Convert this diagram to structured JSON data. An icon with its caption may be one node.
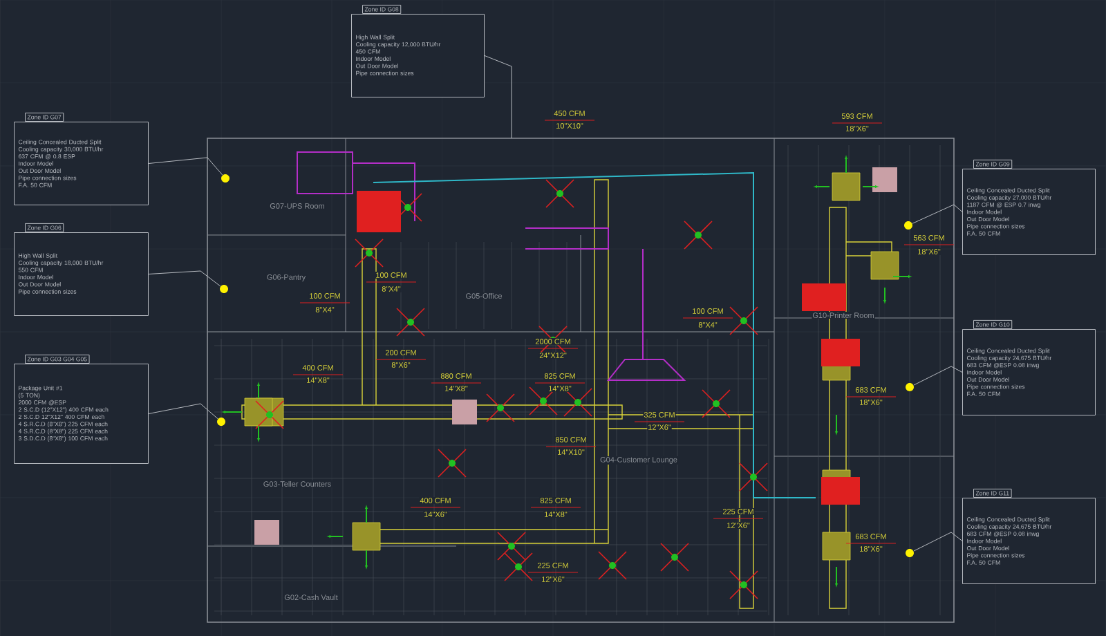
{
  "diagram": {
    "nodes": [
      {
        "text": [
          "Zone ID G07",
          "Ceiling Concealed Ducted Split",
          "Cooling capacity 30,000 BTU/hr",
          "637 CFM @ 0.8 ESP",
          "Indoor Model",
          "Out Door Model",
          "Pipe connection sizes",
          "F.A. 50 CFM"
        ]
      },
      {
        "text": [
          "Zone ID G06",
          "High Wall Split",
          "Cooling capacity 18,000 BTU/hr",
          "550 CFM",
          "Indoor Model",
          "Out Door Model",
          "Pipe connection sizes"
        ]
      },
      {
        "text": [
          "Zone ID G03 G04 G05",
          "Package Unit #1",
          "(5 TON)",
          "2000 CFM @ESP",
          "2 S.C.D (12\"X12\") 400 CFM each",
          "2 S.C.D 12\"X12\" 400 CFM each",
          "4 S.R.C.D (8\"X8\") 225 CFM each",
          "4 S.R.C.D (8\"X8\") 225 CFM each",
          "3 S.D.C.D (8\"X8\") 100 CFM each"
        ]
      },
      {
        "text": [
          "Zone ID G08",
          "High Wall Split",
          "Cooling capacity 12,000 BTU/hr",
          "450 CFM",
          "Indoor Model",
          "Out Door Model",
          "Pipe connection sizes"
        ]
      },
      {
        "text": [
          "Zone ID G09",
          "Ceiling Concealed Ducted Split",
          "Cooling capacity 27,000 BTU/hr",
          "1187 CFM @ ESP 0.7 inwg",
          "Indoor Model",
          "Out Door Model",
          "Pipe connection sizes",
          "F.A. 50 CFM"
        ]
      },
      {
        "text": [
          "Zone ID G10",
          "Ceiling Concealed Ducted Split",
          "Cooling capacity 24,675 BTU/hr",
          "683 CFM @ESP 0.08 inwg",
          "Indoor Model",
          "Out Door Model",
          "Pipe connection sizes",
          "F.A. 50 CFM"
        ]
      },
      {
        "text": [
          "Zone ID G11",
          "Ceiling Concealed Ducted Split",
          "Cooling capacity 24,675 BTU/hr",
          "683 CFM @ESP 0.08 inwg",
          "Indoor Model",
          "Out Door Model",
          "Pipe connection sizes",
          "F.A. 50 CFM"
        ]
      },
      {
        "text": [],
        "shape": "circle"
      },
      {
        "text": [],
        "shape": "circle"
      },
      {
        "text": [],
        "shape": "circle"
      },
      {
        "text": [],
        "shape": "circle"
      },
      {
        "text": [],
        "shape": "circle"
      },
      {
        "text": [],
        "shape": "circle"
      }
    ],
    "edges": [
      {
        "from": 0,
        "to": 7,
        "arrow": "none"
      },
      {
        "from": 1,
        "to": 8,
        "arrow": "none"
      },
      {
        "from": 2,
        "to": 9,
        "arrow": "none"
      },
      {
        "from": 3,
        "to": null,
        "arrow": "none"
      },
      {
        "from": 4,
        "to": 10,
        "arrow": "none"
      },
      {
        "from": 5,
        "to": 11,
        "arrow": "none"
      },
      {
        "from": 6,
        "to": 12,
        "arrow": "none"
      }
    ],
    "labels": [
      "450 CFM",
      "10\"X10\"",
      "593 CFM",
      "18\"X6\"",
      "563 CFM",
      "18\"X6\"",
      "100 CFM",
      "8\"X4\"",
      "100 CFM",
      "8\"X4\"",
      "400 CFM",
      "14\"X8\"",
      "200 CFM",
      "8\"X6\"",
      "2000 CFM",
      "24\"X12\"",
      "880 CFM",
      "14\"X8\"",
      "825 CFM",
      "14\"X8\"",
      "100 CFM",
      "8\"X4\"",
      "325 CFM",
      "12\"X6\"",
      "850 CFM",
      "14\"X10\"",
      "400 CFM",
      "14\"X6\"",
      "825 CFM",
      "14\"X8\"",
      "225 CFM",
      "12\"X6\"",
      "225 CFM",
      "12\"X6\"",
      "683 CFM",
      "18\"X6\"",
      "683 CFM",
      "18\"X6\"",
      "G07-UPS Room",
      "G06-Pantry",
      "G05-Office",
      "G04-Customer Lounge",
      "G03-Teller Counters",
      "G02-Cash Vault",
      "G10-Printer Room"
    ]
  }
}
